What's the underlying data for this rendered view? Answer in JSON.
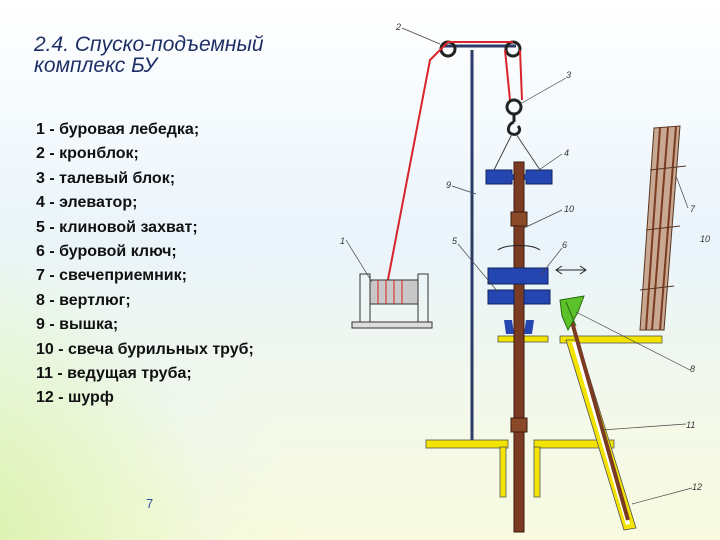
{
  "slide": {
    "title_line1": "2.4. Спуско-подъемный",
    "title_line2": "комплекс БУ",
    "page_number": "7"
  },
  "legend": [
    "1 - буровая лебедка;",
    "2 - кронблок;",
    "3 - талевый блок;",
    "4 - элеватор;",
    "5 - клиновой захват;",
    "6 - буровой ключ;",
    "7 - свечеприемник;",
    "8 - вертлюг;",
    "9 - вышка;",
    "10 - свеча бурильных труб;",
    "11 - ведущая труба;",
    "12 - шурф"
  ],
  "diagram": {
    "labels": {
      "n1": "1",
      "n2": "2",
      "n3": "3",
      "n4": "4",
      "n5": "5",
      "n6": "6",
      "n7": "7",
      "n8": "8",
      "n9": "9",
      "n10a": "10",
      "n10b": "10",
      "n11": "11",
      "n12": "12"
    },
    "colors": {
      "rope": "#d8242a",
      "mast": "#2b3a66",
      "pipe": "#7a3b22",
      "elevator": "#2446b0",
      "ground": "#f2e400",
      "swivel": "#5cc22a",
      "winch": "#c8c8c8",
      "label": "#333333"
    }
  }
}
